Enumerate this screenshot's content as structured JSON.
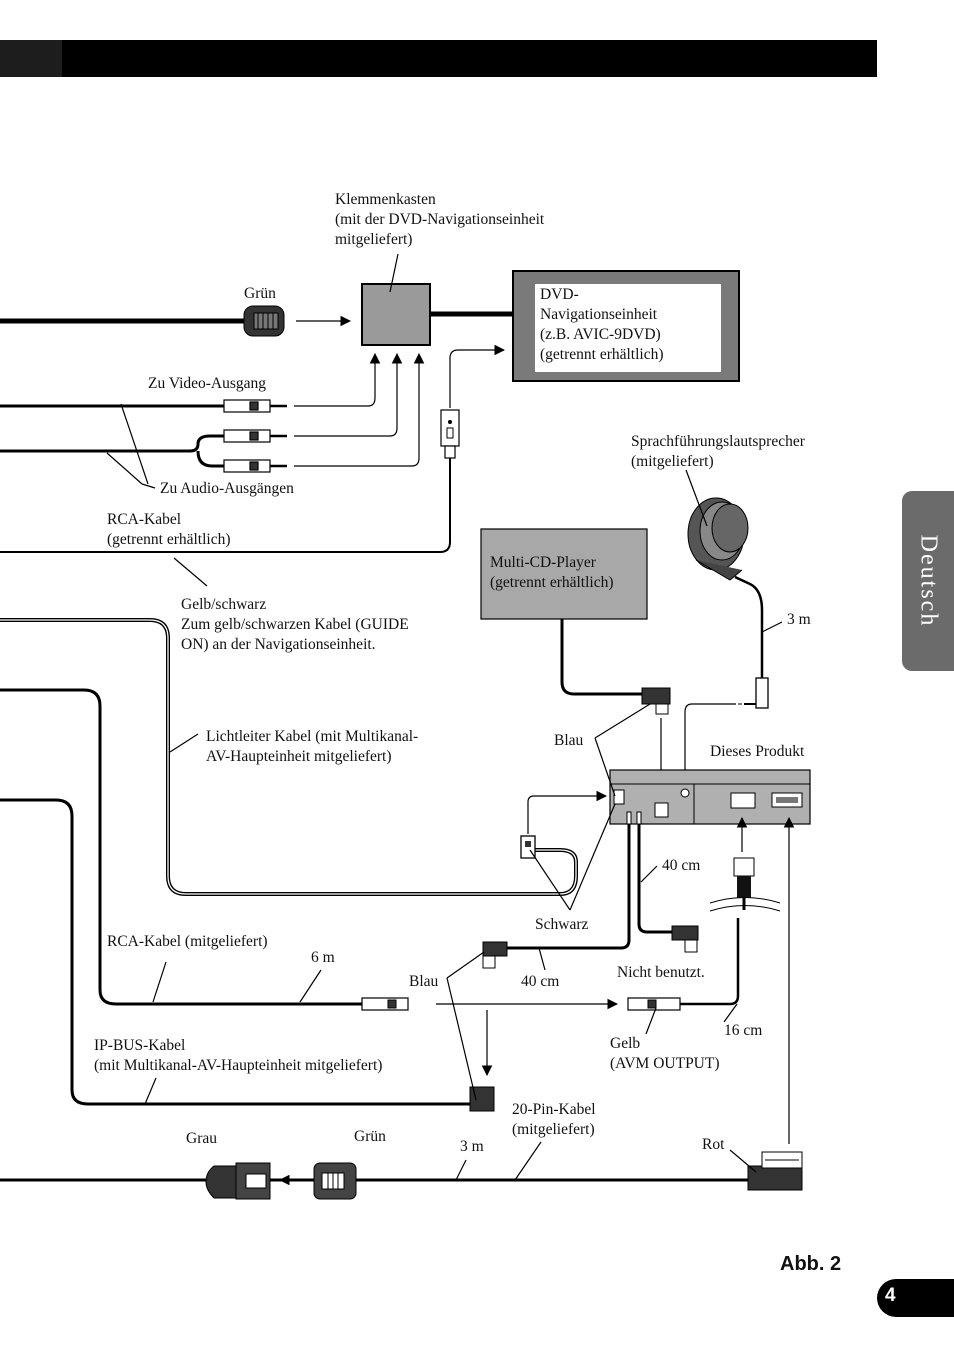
{
  "side_tab": "Deutsch",
  "figure_label": "Abb. 2",
  "page_number": "4",
  "labels": {
    "klemmenkasten": "Klemmenkasten\n(mit der DVD-Navigationseinheit\nmitgeliefert)",
    "gruen_top": "Grün",
    "dvd_nav": "DVD-\nNavigationseinheit\n(z.B. AVIC-9DVD)\n(getrennt erhältlich)",
    "video_out": "Zu Video-Ausgang",
    "audio_out": "Zu Audio-Ausgängen",
    "rca_separate": "RCA-Kabel\n(getrennt erhältlich)",
    "speaker": "Sprachführungslautsprecher\n(mitgeliefert)",
    "multi_cd": "Multi-CD-Player\n(getrennt erhältlich)",
    "yellow_black": "Gelb/schwarz\nZum gelb/schwarzen Kabel (GUIDE\nON) an der Navigationseinheit.",
    "len_3m_speaker": "3 m",
    "optical": "Lichtleiter Kabel (mit Multikanal-\nAV-Haupteinheit mitgeliefert)",
    "blau_upper": "Blau",
    "this_product": "Dieses Produkt",
    "len_40cm_a": "40 cm",
    "schwarz": "Schwarz",
    "rca_supplied": "RCA-Kabel (mitgeliefert)",
    "len_6m": "6 m",
    "blau_lower": "Blau",
    "len_40cm_b": "40 cm",
    "not_used": "Nicht benutzt.",
    "len_16cm": "16 cm",
    "ipbus": "IP-BUS-Kabel\n(mit Multikanal-AV-Haupteinheit mitgeliefert)",
    "gelb_avm": "Gelb\n(AVM OUTPUT)",
    "pin20": "20-Pin-Kabel\n(mitgeliefert)",
    "grau": "Grau",
    "gruen_bottom": "Grün",
    "len_3m_bottom": "3 m",
    "rot": "Rot"
  }
}
